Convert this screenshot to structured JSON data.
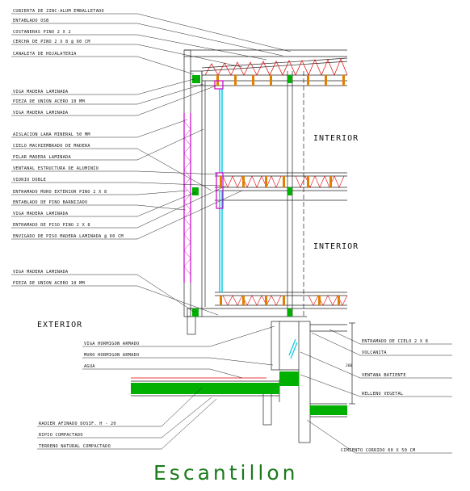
{
  "title": "Escantillon",
  "rooms": {
    "interior_upper": "INTERIOR",
    "interior_lower": "INTERIOR",
    "exterior": "EXTERIOR"
  },
  "labels_left": [
    "CUBIERTA DE ZINC-ALUM EMBALLETADO",
    "ENTABLADO OSB",
    "COSTANERAS PINO 2 X 2",
    "CERCHA DE PINO 2 X 8 @ 60 CM",
    "CANALETA DE HOJALATERIA",
    "VIGA MADERA LAMINADA",
    "PIEZA DE UNION ACERO 10 MM",
    "VIGA MADERA LAMINADA",
    "AISLACION LANA MINERAL 50 MM",
    "CIELO MACHIEMBRADO DE MADERA",
    "PILAR MADERA LAMINADA",
    "VENTANAL ESTRUCTURA DE ALUMINIO",
    "VIDRIO DOBLE",
    "ENTRAMADO MURO EXTERIOR PINO 2 X 8",
    "ENTABLADO DE PINO BARNIZADO",
    "VIGA MADERA LAMINADA",
    "ENTRAMADO DE PISO PINO 2 X 8",
    "ENVIGADO DE PISO MADERA LAMINADA @ 60 CM",
    "VIGA MADERA LAMINADA",
    "PIEZA DE UNION ACERO 10 MM"
  ],
  "labels_bottom_left": [
    "VIGA HORMIGON ARMADO",
    "MURO HORMIGON ARMADO",
    "AGUA",
    "RADIER AFINADO DOSIF. H - 20",
    "RIPIO COMPACTADO",
    "TERRENO NATURAL COMPACTADO"
  ],
  "labels_right": [
    "ENTRAMADO DE CIELO 2 X 8",
    "VOLCANITA",
    "VENTANA BATIENTE",
    "RELLENO VEGETAL",
    "CIMIENTO CORRIDO 60 X 50 CM"
  ],
  "dimension": "260",
  "colors": {
    "title": "#1a7a1a",
    "magenta": "#cc00cc",
    "cyan": "#00c8e0",
    "orange": "#e08000",
    "red": "#e00000",
    "green": "#00b000"
  }
}
